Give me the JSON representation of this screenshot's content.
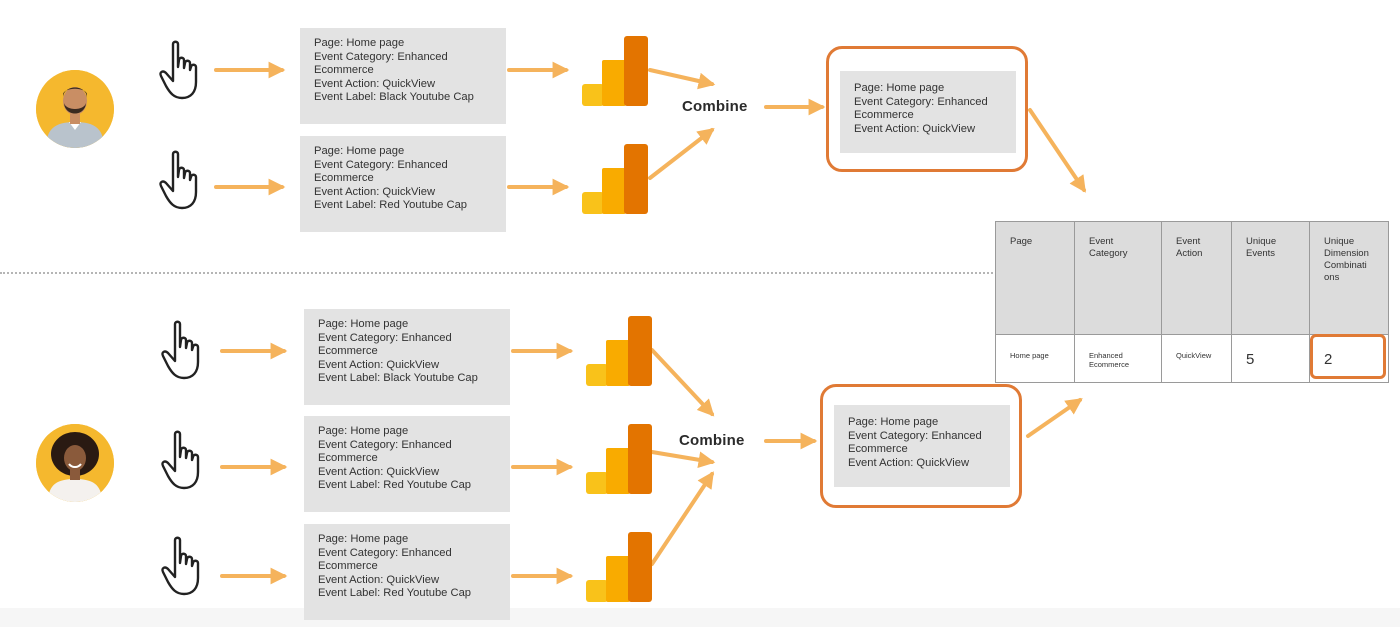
{
  "colors": {
    "accent": "#e07a35",
    "arrow": "#f5b35c",
    "ga_yellow": "#f9ab00",
    "ga_orange": "#e37400",
    "card_gray": "#e3e3e3"
  },
  "user1": {
    "avatar_icon": "man-avatar-icon",
    "hits": [
      {
        "lines": [
          "Page: Home page",
          "Event Category: Enhanced",
          "Ecommerce",
          "Event Action: QuickView",
          "Event Label: Black Youtube Cap"
        ]
      },
      {
        "lines": [
          "Page: Home page",
          "Event Category: Enhanced",
          "Ecommerce",
          "Event Action: QuickView",
          "Event Label: Red Youtube Cap"
        ]
      }
    ],
    "combine_label": "Combine",
    "result_lines": [
      "Page: Home page",
      "Event Category: Enhanced",
      "Ecommerce",
      "Event Action: QuickView"
    ]
  },
  "user2": {
    "avatar_icon": "woman-avatar-icon",
    "hits": [
      {
        "lines": [
          "Page: Home page",
          "Event Category: Enhanced",
          "Ecommerce",
          "Event Action: QuickView",
          "Event Label: Black Youtube Cap"
        ]
      },
      {
        "lines": [
          "Page: Home page",
          "Event Category: Enhanced",
          "Ecommerce",
          "Event Action: QuickView",
          "Event Label: Red Youtube Cap"
        ]
      },
      {
        "lines": [
          "Page: Home page",
          "Event Category: Enhanced",
          "Ecommerce",
          "Event Action: QuickView",
          "Event Label: Red Youtube Cap"
        ]
      }
    ],
    "combine_label": "Combine",
    "result_lines": [
      "Page: Home page",
      "Event Category: Enhanced",
      "Ecommerce",
      "Event Action: QuickView"
    ]
  },
  "report": {
    "headers": [
      [
        "Page"
      ],
      [
        "Event",
        "Category"
      ],
      [
        "Event",
        "Action"
      ],
      [
        "Unique",
        "Events"
      ],
      [
        "Unique",
        "Dimension",
        "Combinati",
        "ons"
      ]
    ],
    "row": [
      [
        "Home page"
      ],
      [
        "Enhanced",
        "Ecommerce"
      ],
      [
        "QuickView"
      ],
      [
        "5"
      ],
      [
        "2"
      ]
    ]
  },
  "icons": {
    "click": "hand-pointer-icon",
    "analytics": "google-analytics-icon"
  }
}
